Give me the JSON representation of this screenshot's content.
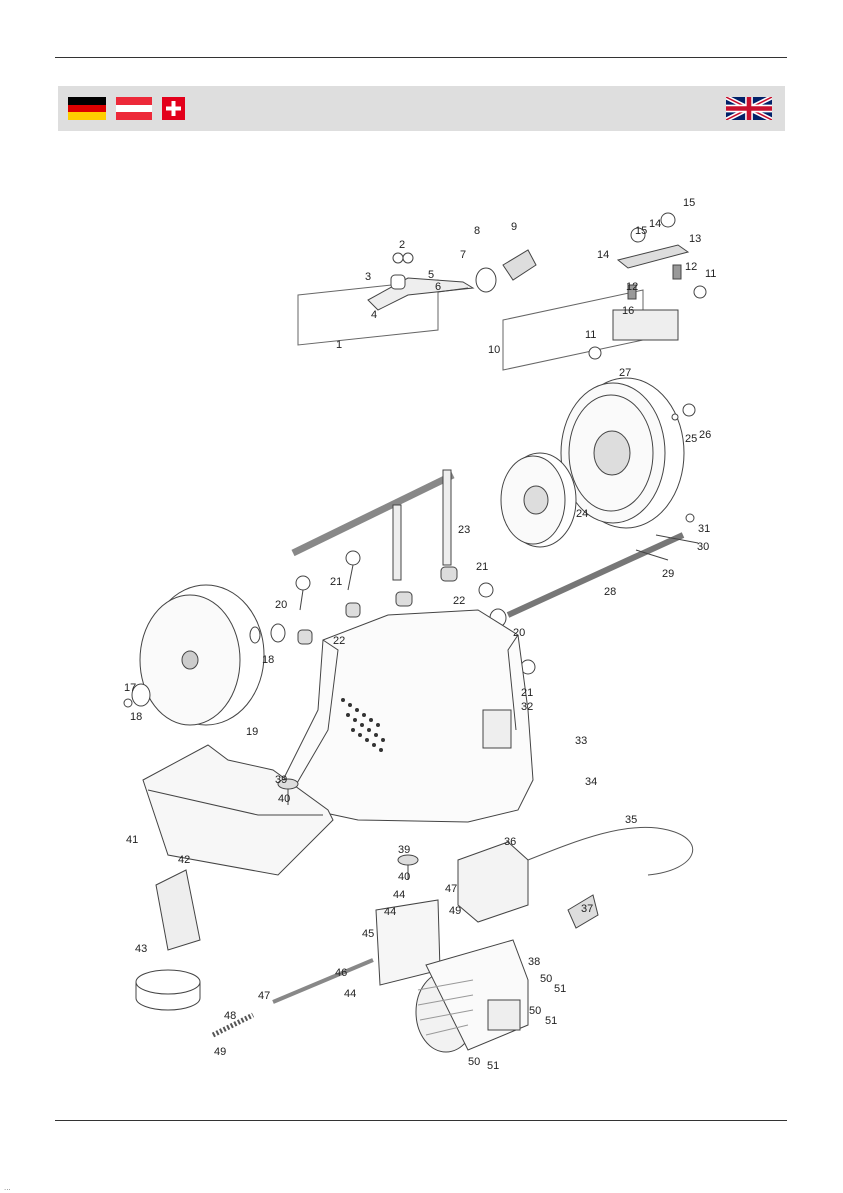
{
  "header": {
    "flags_left": [
      "germany-flag",
      "austria-flag",
      "switzerland-flag"
    ],
    "flag_right": "united-kingdom-flag",
    "bar_color": "#dedede"
  },
  "diagram": {
    "part_numbers": [
      "1",
      "2",
      "3",
      "4",
      "5",
      "6",
      "7",
      "8",
      "9",
      "10",
      "11",
      "11",
      "12",
      "12",
      "13",
      "14",
      "14",
      "15",
      "15",
      "16",
      "17",
      "18",
      "18",
      "19",
      "20",
      "20",
      "21",
      "21",
      "21",
      "22",
      "22",
      "23",
      "24",
      "25",
      "26",
      "27",
      "28",
      "29",
      "30",
      "31",
      "32",
      "33",
      "34",
      "35",
      "36",
      "37",
      "38",
      "39",
      "39",
      "40",
      "40",
      "41",
      "42",
      "43",
      "44",
      "44",
      "44",
      "45",
      "46",
      "47",
      "47",
      "48",
      "49",
      "49",
      "50",
      "50",
      "50",
      "51",
      "51",
      "51"
    ]
  },
  "footer": {
    "text": "..."
  }
}
